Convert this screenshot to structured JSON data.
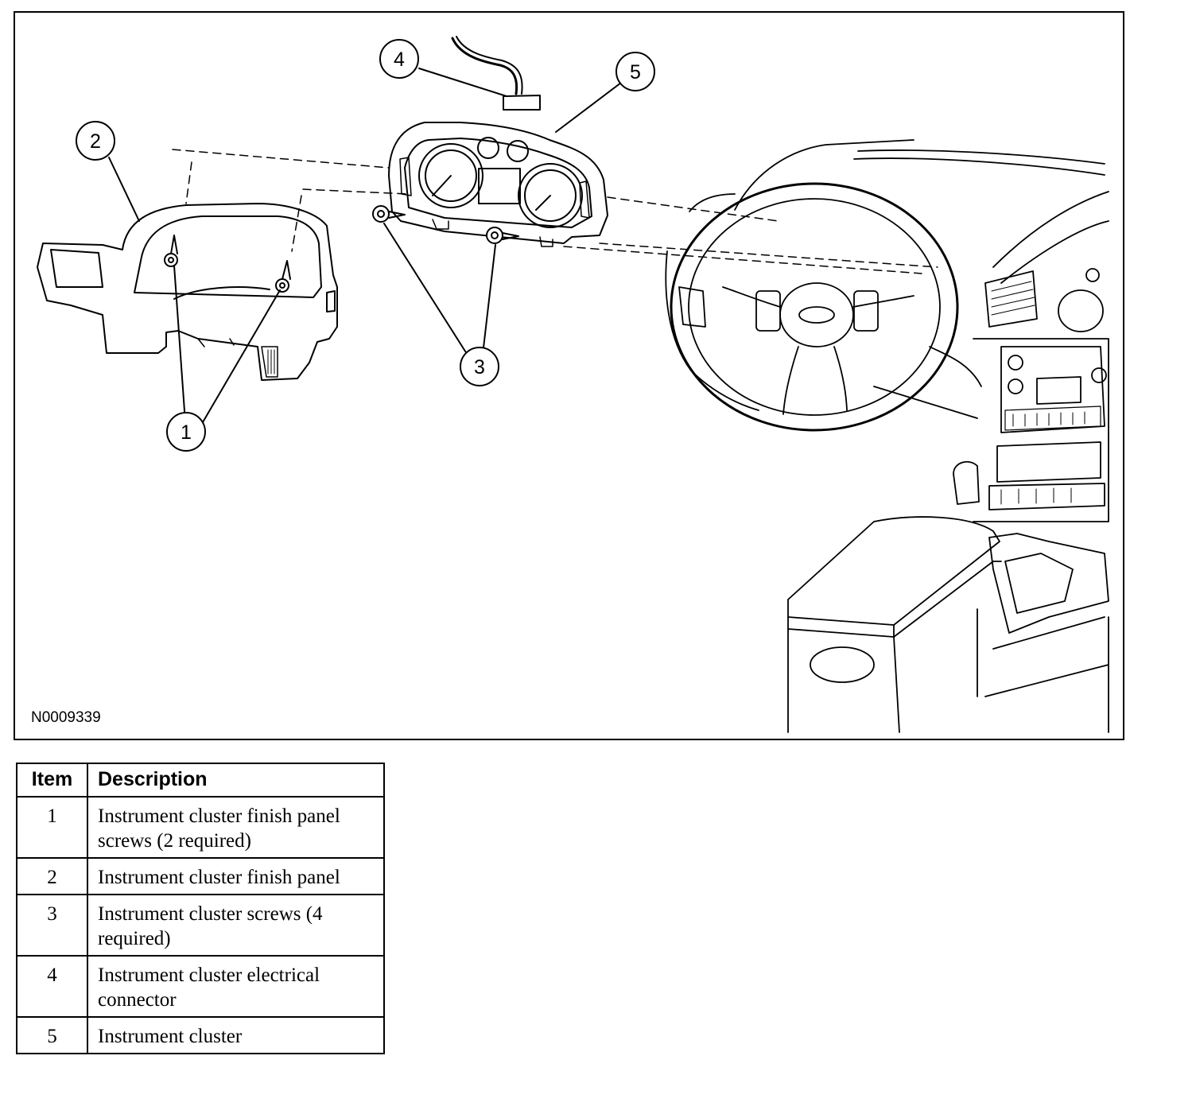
{
  "figure": {
    "id": "N0009339",
    "callouts": [
      "1",
      "2",
      "3",
      "4",
      "5"
    ]
  },
  "legend": {
    "headers": {
      "item": "Item",
      "description": "Description"
    },
    "rows": [
      {
        "item": "1",
        "description": "Instrument cluster finish panel screws (2 required)"
      },
      {
        "item": "2",
        "description": "Instrument cluster finish panel"
      },
      {
        "item": "3",
        "description": "Instrument cluster screws (4 required)"
      },
      {
        "item": "4",
        "description": "Instrument cluster electrical connector"
      },
      {
        "item": "5",
        "description": "Instrument cluster"
      }
    ]
  }
}
